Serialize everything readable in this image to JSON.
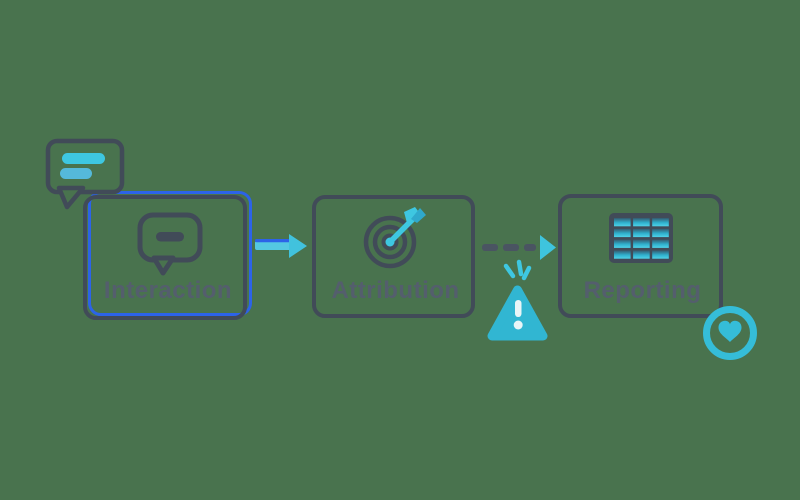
{
  "diagram": {
    "title": "marketing-funnel-flow",
    "background_color": "#49734e",
    "colors": {
      "outline": "#414b58",
      "cyan": "#3cc3de",
      "cyan_dark": "#31b6d2",
      "blue_accent": "#2c63e8",
      "label_text": "#545e6d",
      "white": "#e9f5f7"
    },
    "steps": [
      {
        "id": "interaction",
        "label": "Interaction",
        "icon": "chat-bubble-icon"
      },
      {
        "id": "attribution",
        "label": "Attribution",
        "icon": "target-dart-icon"
      },
      {
        "id": "reporting",
        "label": "Reporting",
        "icon": "table-grid-icon"
      }
    ],
    "connectors": [
      {
        "from": "interaction",
        "to": "attribution",
        "style": "solid-arrow"
      },
      {
        "from": "attribution",
        "to": "reporting",
        "style": "dashed-arrow"
      }
    ],
    "decorations": [
      {
        "name": "chat-lines-bubble",
        "position": "top-left-of-interaction"
      },
      {
        "name": "warning-triangle",
        "position": "below-dashed-arrow"
      },
      {
        "name": "heart-badge",
        "position": "bottom-right-of-reporting"
      }
    ]
  }
}
